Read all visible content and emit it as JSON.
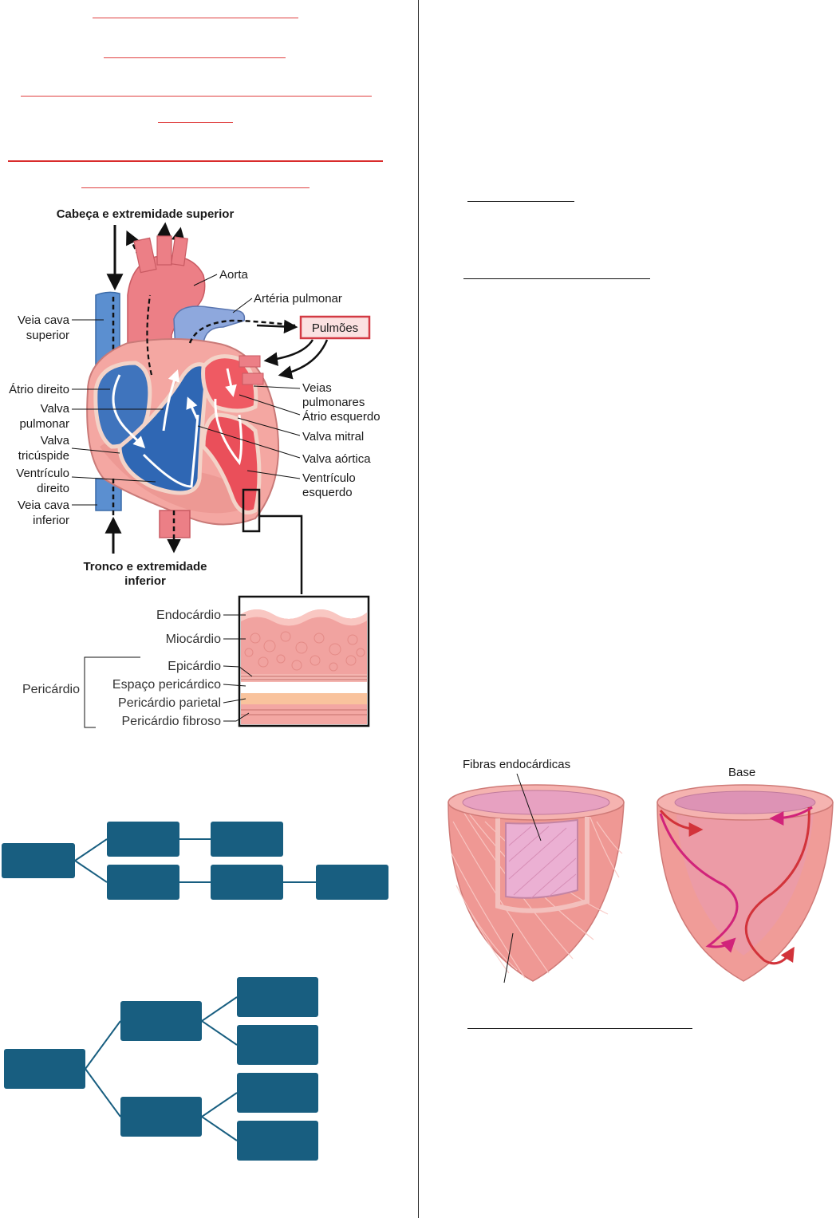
{
  "heart_diagram": {
    "head_label": "Cabeça e extremidade superior",
    "trunk_label_1": "Tronco e extremidade",
    "trunk_label_2": "inferior",
    "lungs_label": "Pulmões",
    "aorta": "Aorta",
    "pulmonary_artery": "Artéria pulmonar",
    "svc_1": "Veia cava",
    "svc_2": "superior",
    "right_atrium": "Átrio direito",
    "pulmonary_valve_1": "Valva",
    "pulmonary_valve_2": "pulmonar",
    "tricuspid_valve_1": "Valva",
    "tricuspid_valve_2": "tricúspide",
    "right_ventricle_1": "Ventrículo",
    "right_ventricle_2": "direito",
    "ivc_1": "Veia cava",
    "ivc_2": "inferior",
    "pulmonary_veins_1": "Veias",
    "pulmonary_veins_2": "pulmonares",
    "left_atrium": "Átrio esquerdo",
    "mitral_valve": "Valva mitral",
    "aortic_valve": "Valva aórtica",
    "left_ventricle_1": "Ventrículo",
    "left_ventricle_2": "esquerdo"
  },
  "wall_layers": {
    "endocardium": "Endocárdio",
    "myocardium": "Miocárdio",
    "epicardium": "Epicárdio",
    "pericardial_space": "Espaço pericárdico",
    "parietal_pericardium": "Pericárdio parietal",
    "fibrous_pericardium": "Pericárdio fibroso",
    "pericardium": "Pericárdio"
  },
  "fibers_figure": {
    "endocardial_fibers": "Fibras endocárdicas",
    "base": "Base"
  },
  "colors": {
    "box": "#185e80",
    "red_line": "#e04040",
    "vein_blue": "#4a7fc1",
    "artery_red": "#e8707a"
  }
}
